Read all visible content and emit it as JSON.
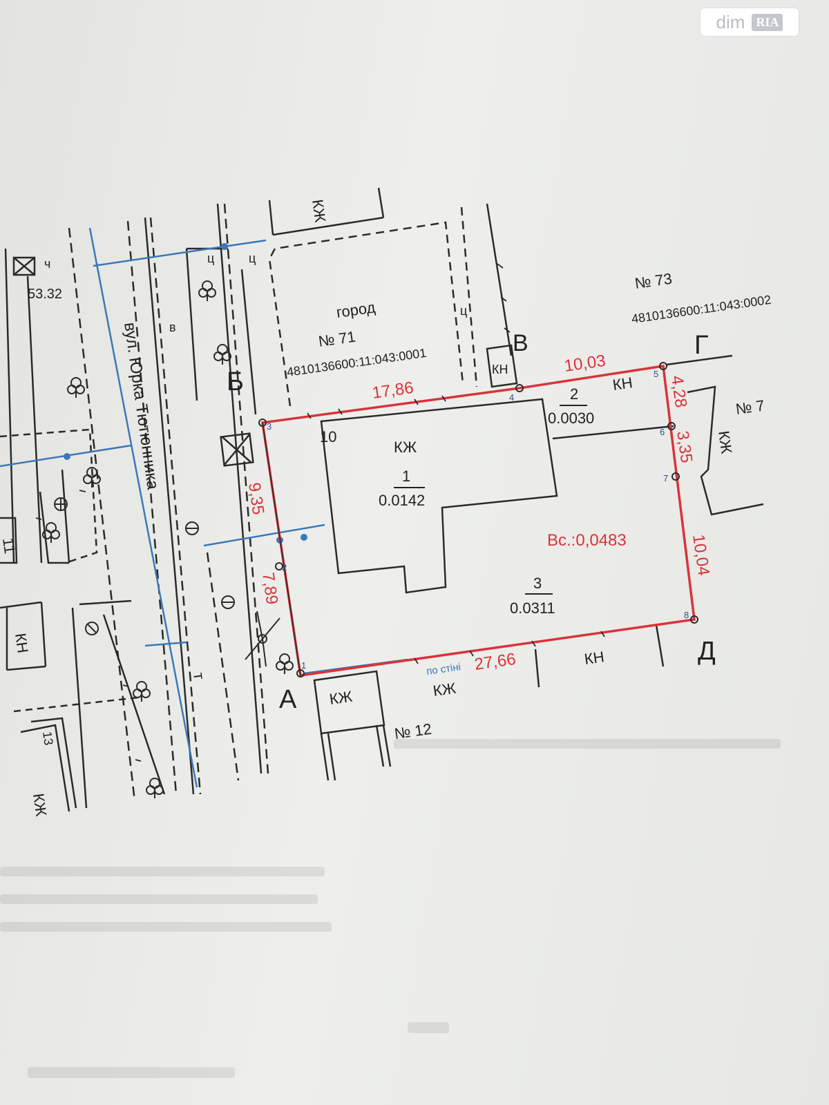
{
  "watermark": {
    "brand": "dim",
    "mark": "RIA"
  },
  "map": {
    "street": "вул. Юрка Тютюнника",
    "plot_71": {
      "title": "город",
      "number": "№ 71",
      "cadastral": "4810136600:11:043:0001"
    },
    "plot_73": {
      "number": "№ 73",
      "cadastral": "4810136600:11:043:0002"
    },
    "plot_7": "№ 7",
    "plot_12": "№ 12",
    "elevation": "53.32",
    "points": {
      "A": "А",
      "B": "Б",
      "V": "В",
      "G": "Г",
      "D": "Д"
    },
    "vertices": [
      "1",
      "2",
      "3",
      "4",
      "5",
      "6",
      "7",
      "8"
    ],
    "dimensions": {
      "ab": "9,35",
      "a1": "7,89",
      "bv": "17,86",
      "vg": "10,03",
      "g6": "4,28",
      "s67": "3,35",
      "s7d": "10,04",
      "da": "27,66",
      "by_wall": "по стіні"
    },
    "total_area": "Вс.:0,0483",
    "zones": [
      {
        "id": "1",
        "area": "0.0142",
        "type": "КЖ"
      },
      {
        "id": "2",
        "area": "0.0030",
        "type": "КН"
      },
      {
        "id": "3",
        "area": "0.0311"
      }
    ],
    "building_code": "10",
    "labels": {
      "kzh": "КЖ",
      "kn": "КН",
      "ts": "ц",
      "ch": "ч",
      "v": "в",
      "t": "т",
      "num11": "11",
      "num13": "13"
    }
  },
  "colors": {
    "boundary": "#d9333a",
    "line": "#2a2a2a",
    "utility": "#3a78b8",
    "paper": "#e9eae6"
  }
}
